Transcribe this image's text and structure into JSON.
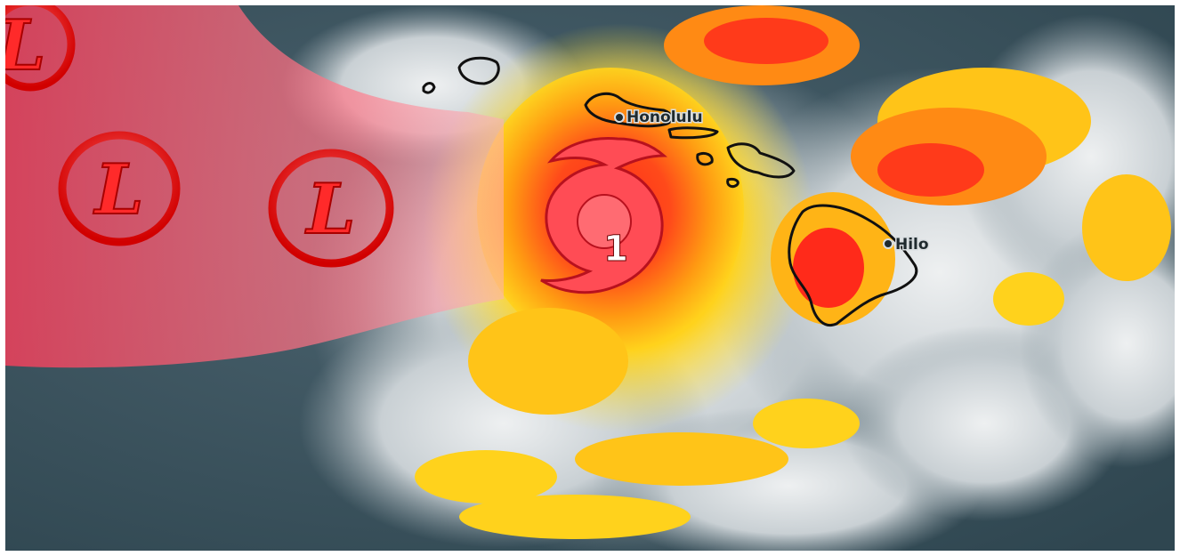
{
  "cities": {
    "honolulu": "Honolulu",
    "hilo": "Hilo"
  },
  "low_pressure_symbol": "L",
  "storm": {
    "category_label": "1",
    "icon": "hurricane-icon"
  },
  "colors": {
    "ocean": "#3f5862",
    "cloud": "#dfe3e6",
    "storm_core": "#ff2a1a",
    "storm_mid": "#ff9a12",
    "storm_outer": "#ffe21c",
    "forecast_cone": "#ff5d72",
    "low_ring": "#e60000",
    "island_outline": "#111111"
  }
}
